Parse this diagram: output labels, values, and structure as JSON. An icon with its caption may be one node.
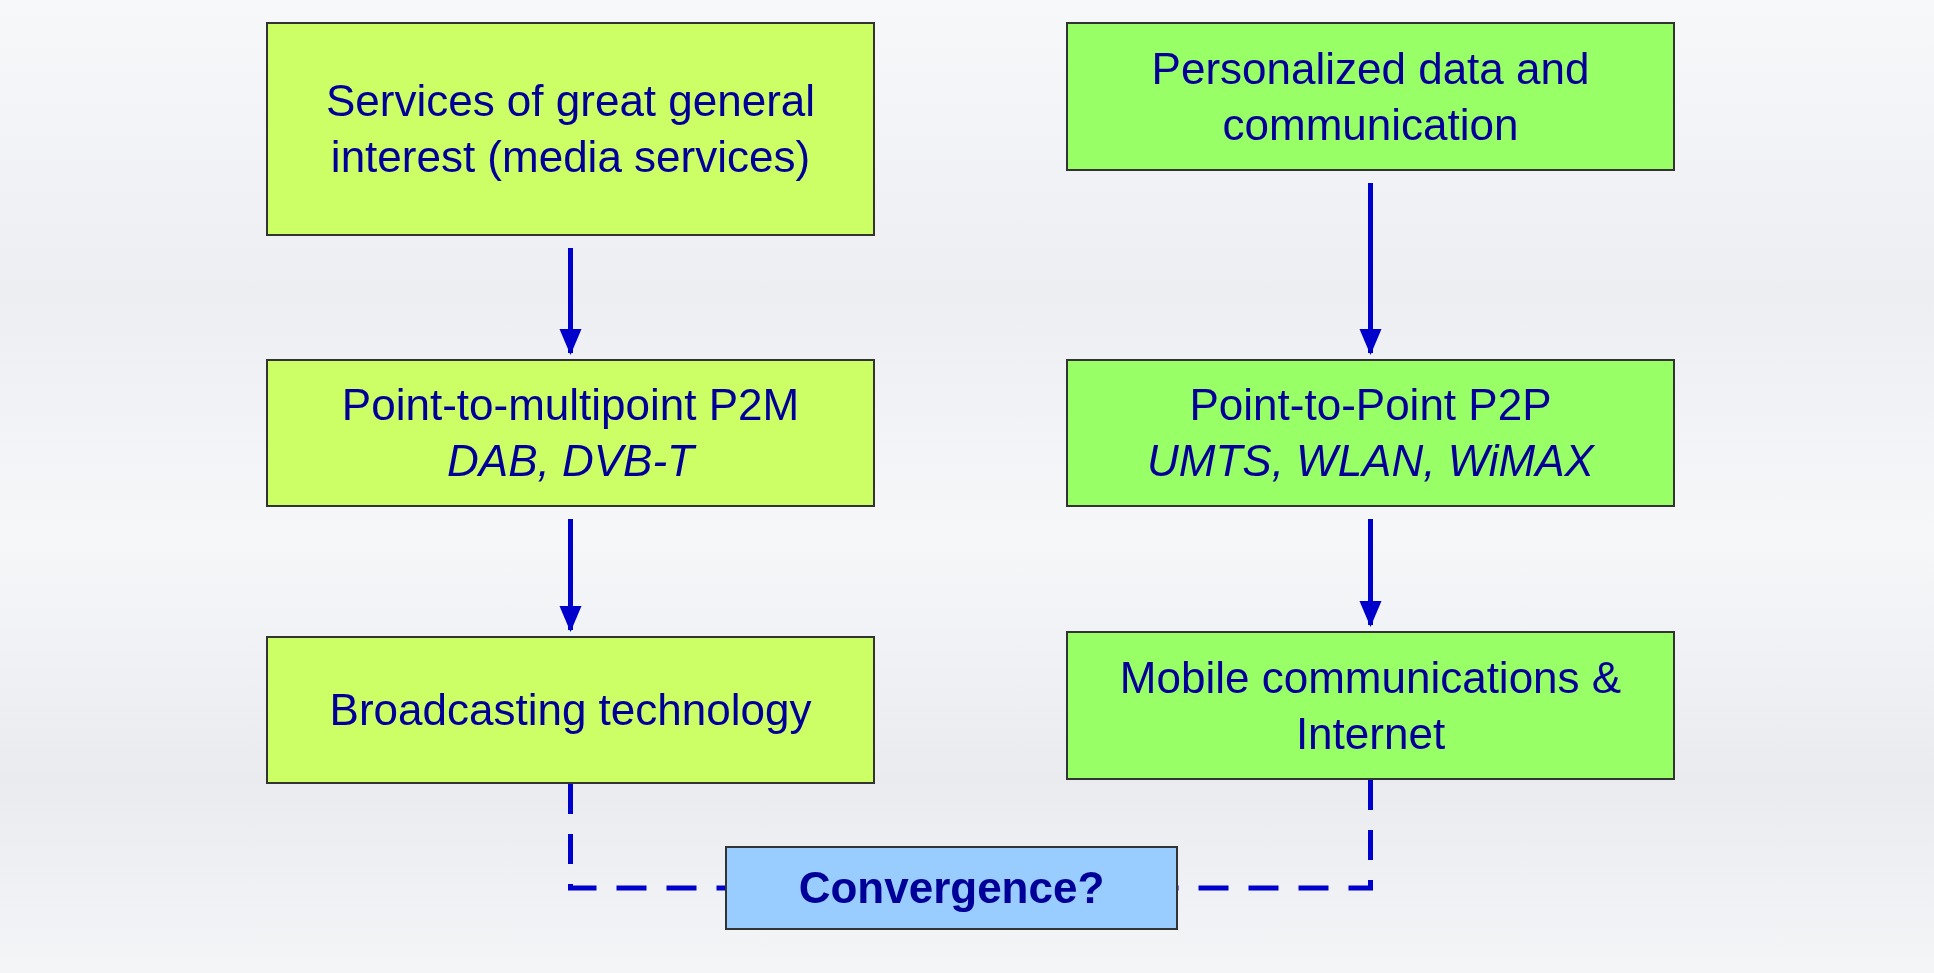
{
  "diagram": {
    "nodes": [
      {
        "text": [
          "Services of great general interest (media services)"
        ]
      },
      {
        "text": [
          "Personalized data and communication"
        ]
      },
      {
        "text": [
          "Point-to-multipoint P2M",
          "DAB, DVB-T"
        ]
      },
      {
        "text": [
          "Point-to-Point P2P",
          "UMTS, WLAN, WiMAX"
        ]
      },
      {
        "text": [
          "Broadcasting technology"
        ]
      },
      {
        "text": [
          "Mobile communications & Internet"
        ]
      },
      {
        "text": [
          "Convergence?"
        ]
      }
    ],
    "edges": [
      {
        "from": 0,
        "to": 2,
        "arrow": "to"
      },
      {
        "from": 2,
        "to": 4,
        "arrow": "to"
      },
      {
        "from": 1,
        "to": 3,
        "arrow": "to"
      },
      {
        "from": 3,
        "to": 5,
        "arrow": "to"
      },
      {
        "from": 4,
        "to": 6,
        "arrow": "none",
        "style": "dashed"
      },
      {
        "from": 5,
        "to": 6,
        "arrow": "none",
        "style": "dashed"
      }
    ]
  }
}
